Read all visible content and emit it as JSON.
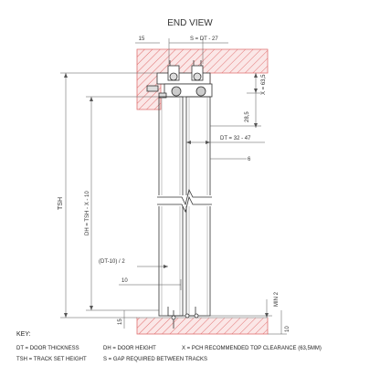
{
  "title": "END VIEW",
  "dimensions": {
    "top_offset": "15",
    "gap": "S = DT - 27",
    "clearance": "X = 63,5",
    "hanger_drop": "28,5",
    "door_spacing": "DT = 32 - 47",
    "panel_gap": "6",
    "track_set_height": "TSH",
    "door_height": "DH = TSH - X - 10",
    "guide_offset": "(DT-10) / 2",
    "guide_depth": "10",
    "min_gap": "MIN 2",
    "floor_left": "15",
    "floor_right": "10"
  },
  "key": {
    "heading": "KEY:",
    "items": [
      "DT = DOOR THICKNESS",
      "DH = DOOR HEIGHT",
      "X = PCH RECOMMENDED TOP CLEARANCE (63,5MM)",
      "TSH = TRACK SET HEIGHT",
      "S = GAP REQUIRED BETWEEN TRACKS"
    ]
  },
  "colors": {
    "hatch": "#e07070",
    "hatch_fill": "#fbe7e7",
    "line": "#333333",
    "thin": "#777777"
  }
}
